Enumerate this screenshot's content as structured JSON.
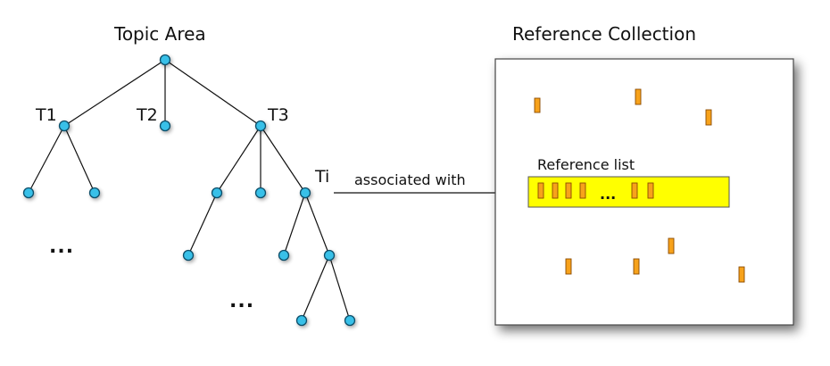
{
  "tree": {
    "title": "Topic Area",
    "labels": {
      "t1": "T1",
      "t2": "T2",
      "t3": "T3",
      "ti": "Ti"
    },
    "ellipsis": "..."
  },
  "arrow": {
    "label": "associated with"
  },
  "collection": {
    "title": "Reference Collection",
    "list_label": "Reference list",
    "list_ellipsis": "..."
  },
  "colors": {
    "node_fill": "#39c0e8",
    "reference_fill": "#f7a21b",
    "list_highlight": "#ffff00"
  }
}
